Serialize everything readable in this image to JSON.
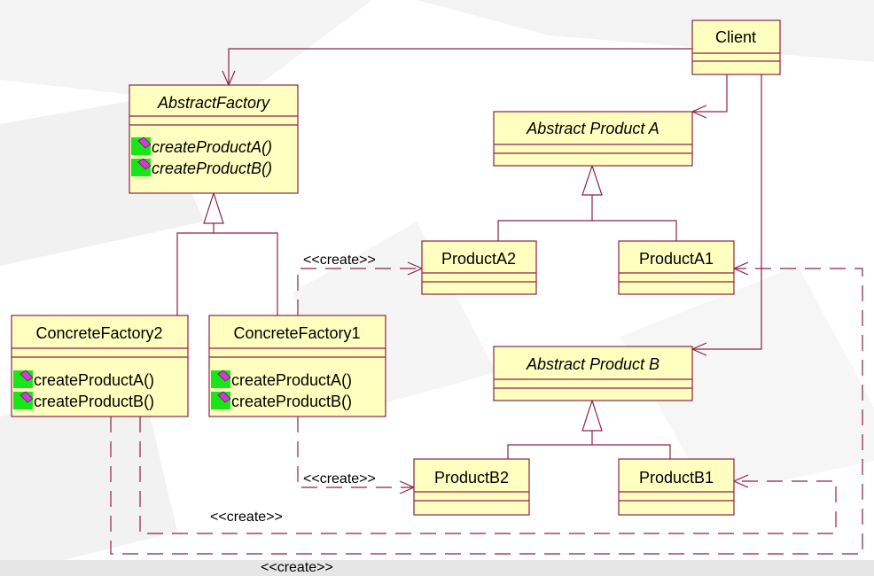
{
  "diagram": {
    "classes": {
      "client": {
        "name": "Client"
      },
      "abstract_factory": {
        "name": "AbstractFactory",
        "operations": [
          "createProductA()",
          "createProductB()"
        ]
      },
      "concrete_factory_2": {
        "name": "ConcreteFactory2",
        "operations": [
          "createProductA()",
          "createProductB()"
        ]
      },
      "concrete_factory_1": {
        "name": "ConcreteFactory1",
        "operations": [
          "createProductA()",
          "createProductB()"
        ]
      },
      "abstract_product_a": {
        "name": "Abstract Product A"
      },
      "product_a2": {
        "name": "ProductA2"
      },
      "product_a1": {
        "name": "ProductA1"
      },
      "abstract_product_b": {
        "name": "Abstract Product B"
      },
      "product_b2": {
        "name": "ProductB2"
      },
      "product_b1": {
        "name": "ProductB1"
      }
    },
    "stereotypes": {
      "create_a2": "<<create>>",
      "create_b2": "<<create>>",
      "create_b1_from_cf2": "<<create>>",
      "create_a1_from_cf2": "<<create>>"
    }
  },
  "colors": {
    "box_fill": "#ffffc0",
    "stroke": "#8b2346",
    "op_icon_bg": "#19e619",
    "op_icon_gem": "#d23cd2"
  }
}
